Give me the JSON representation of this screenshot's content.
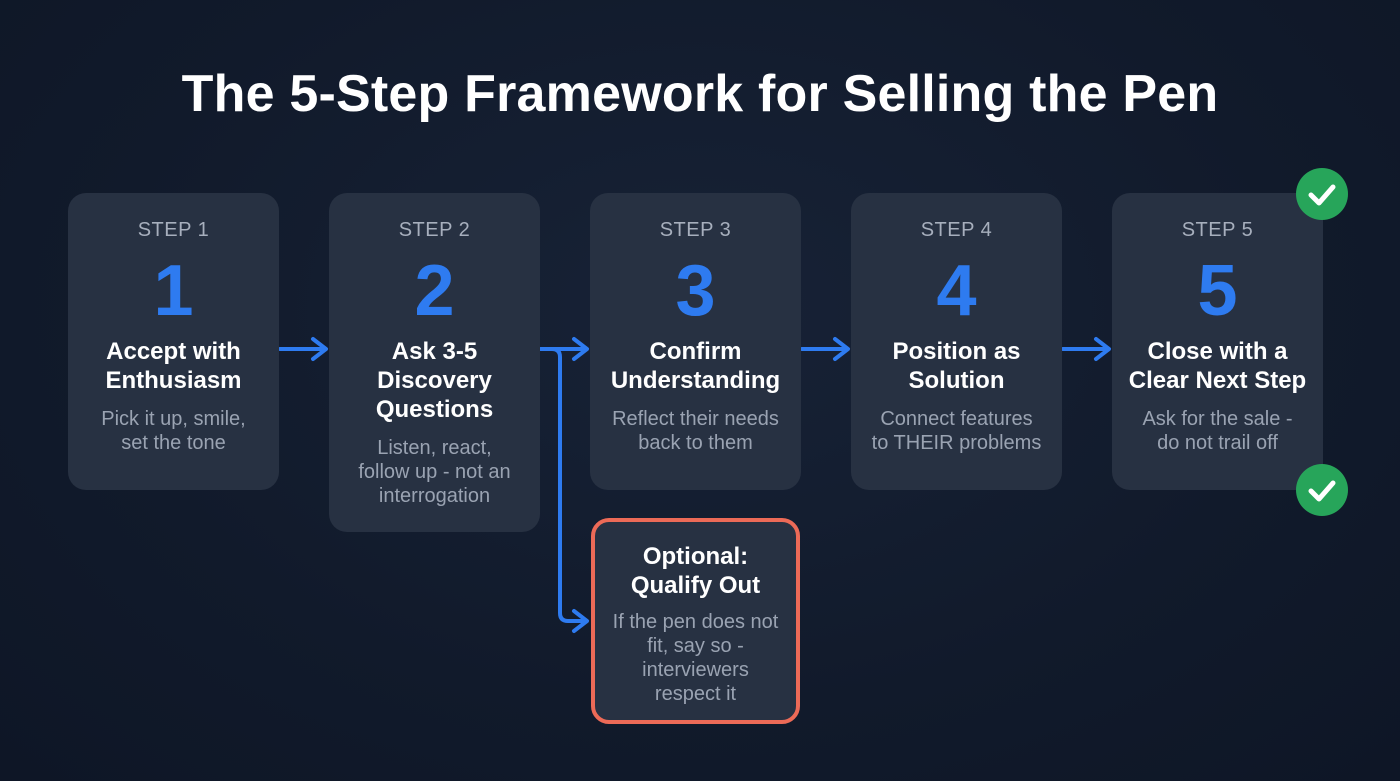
{
  "title": "The 5-Step Framework for Selling the Pen",
  "colors": {
    "background": "#111a2b",
    "card": "#273142",
    "accent_blue": "#2e7bf0",
    "optional_border": "#ec6a57",
    "check_green": "#27a55a"
  },
  "steps": [
    {
      "label": "STEP 1",
      "number": "1",
      "title_line1": "Accept with",
      "title_line2": "Enthusiasm",
      "desc_line1": "Pick it up, smile,",
      "desc_line2": "set the tone"
    },
    {
      "label": "STEP 2",
      "number": "2",
      "title_line1": "Ask 3-5",
      "title_line2": "Discovery",
      "title_line3": "Questions",
      "desc_line1": "Listen, react,",
      "desc_line2": "follow up - not an",
      "desc_line3": "interrogation"
    },
    {
      "label": "STEP 3",
      "number": "3",
      "title_line1": "Confirm",
      "title_line2": "Understanding",
      "desc_line1": "Reflect their needs",
      "desc_line2": "back to them"
    },
    {
      "label": "STEP 4",
      "number": "4",
      "title_line1": "Position as",
      "title_line2": "Solution",
      "desc_line1": "Connect features",
      "desc_line2": "to THEIR problems"
    },
    {
      "label": "STEP 5",
      "number": "5",
      "title_line1": "Close with a",
      "title_line2": "Clear Next Step",
      "desc_line1": "Ask for the sale -",
      "desc_line2": "do not trail off"
    }
  ],
  "optional": {
    "title_line1": "Optional:",
    "title_line2": "Qualify Out",
    "desc_line1": "If the pen does not",
    "desc_line2": "fit, say so -",
    "desc_line3": "interviewers",
    "desc_line4": "respect it"
  },
  "icons": {
    "arrow": "arrow-right-icon",
    "check": "check-circle-icon"
  }
}
